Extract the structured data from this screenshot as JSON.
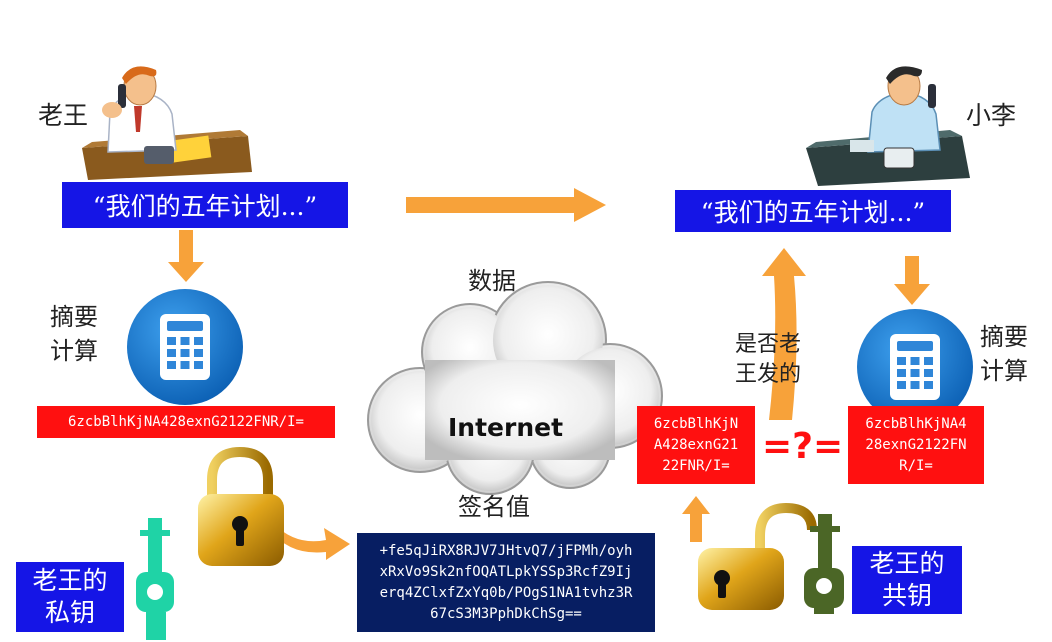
{
  "sender": {
    "name": "老王",
    "digest_label": "摘要\n计算",
    "hash": "6zcbBlhKjNA428exnG2122FNR/I=",
    "private_key_label": "老王的\n私钥"
  },
  "receiver": {
    "name": "小李",
    "digest_label": "摘要\n计算",
    "hash": "6zcbBlhKjNA4\n28exnG2122FN\nR/I=",
    "public_key_label": "老王的\n共钥"
  },
  "message": "“我们的五年计划...”",
  "received_message": "“我们的五年计划...”",
  "network": {
    "data_label": "数据",
    "cloud_label": "Internet",
    "signature_label": "签名值"
  },
  "signature": "+fe5qJiRX8RJV7JHtvQ7/jFPMh/oyh\nxRxVo9Sk2nfOQATLpkYSSp3RcfZ9Ij\nerq4ZClxfZxYq0b/POgS1NA1tvhz3R\n67cS3M3PphDkChSg==",
  "decrypted_hash": "6zcbBlhKjN\nA428exnG21\n22FNR/I=",
  "compare": {
    "symbol": "=?=",
    "question": "是否老\n王发的"
  },
  "colors": {
    "arrow": "#f7a23a",
    "blue_box": "#1515e6",
    "red_box": "#ff1010",
    "navy_box": "#071e62",
    "compare": "#ff1010"
  },
  "icons": [
    "sender-person-icon",
    "receiver-person-icon",
    "calculator-icon",
    "cloud-icon",
    "lock-icon",
    "key-icon"
  ]
}
